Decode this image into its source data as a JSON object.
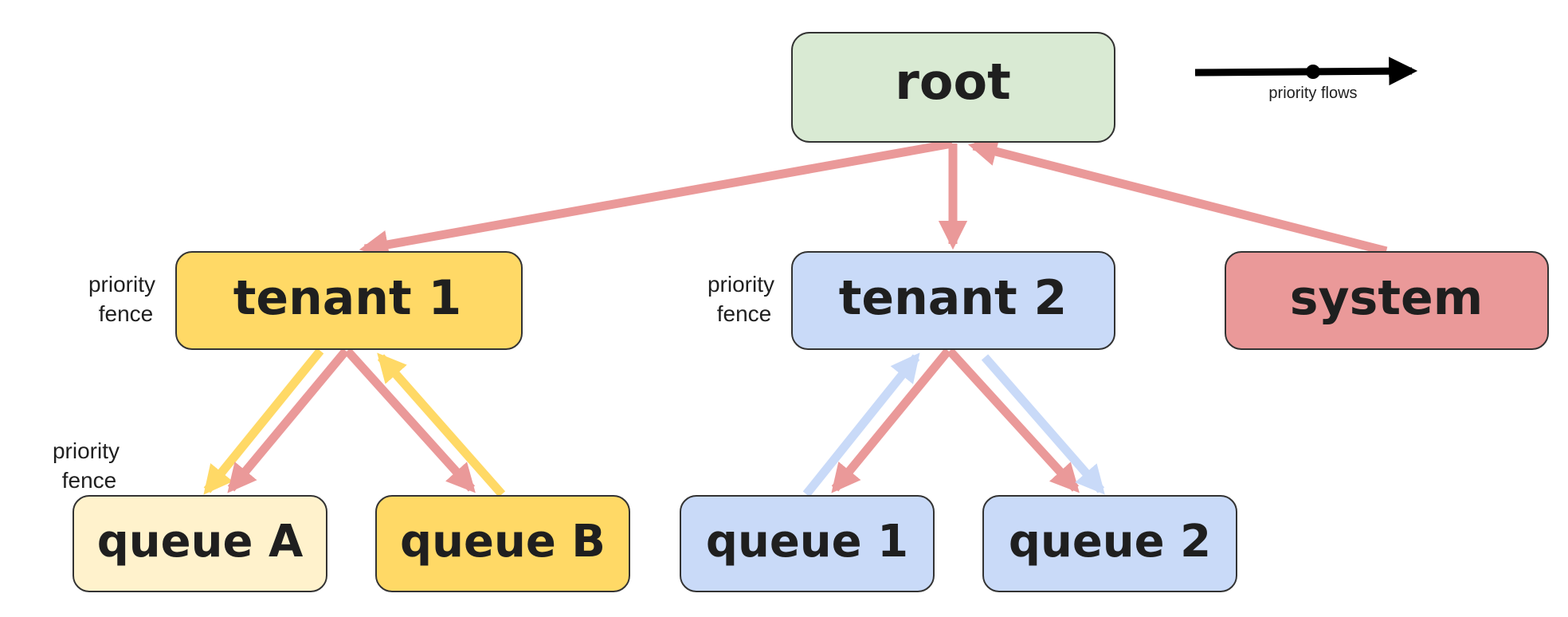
{
  "legend": {
    "label": "priority flows"
  },
  "fence_label": {
    "line1": "priority",
    "line2": "fence"
  },
  "nodes": {
    "root": {
      "label": "root",
      "fill": "#d9ead3"
    },
    "tenant1": {
      "label": "tenant 1",
      "fill": "#ffd966"
    },
    "tenant2": {
      "label": "tenant 2",
      "fill": "#c9daf8"
    },
    "system": {
      "label": "system",
      "fill": "#ea9999"
    },
    "queueA": {
      "label": "queue A",
      "fill": "#fff2cc"
    },
    "queueB": {
      "label": "queue B",
      "fill": "#ffd966"
    },
    "queue1": {
      "label": "queue 1",
      "fill": "#c9daf8"
    },
    "queue2": {
      "label": "queue 2",
      "fill": "#c9daf8"
    }
  },
  "colors": {
    "red_arrow": "#ea9999",
    "yellow_arrow": "#ffd966",
    "blue_arrow": "#c9daf8",
    "legend_arrow": "#000000",
    "border": "#333333"
  }
}
